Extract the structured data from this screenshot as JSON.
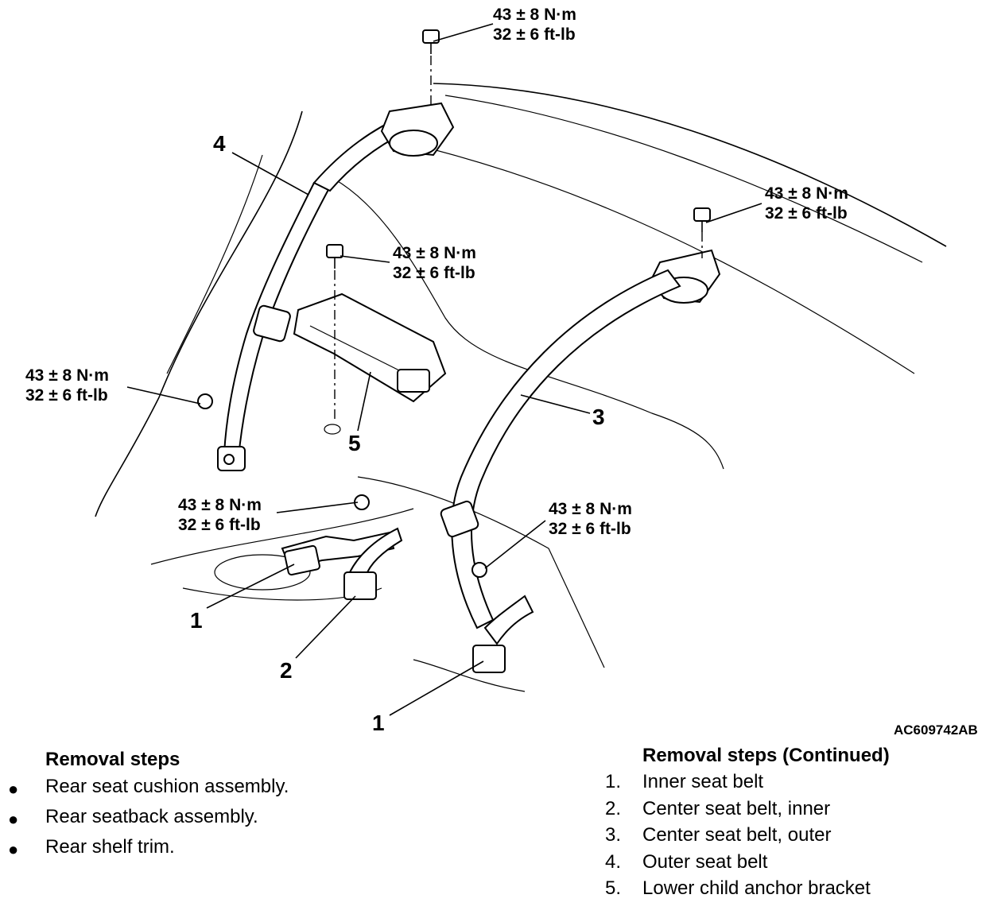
{
  "diagram": {
    "figure_id": "AC609742AB",
    "torque_values": [
      {
        "nm": "43 ± 8 N·m",
        "ftlb": "32 ± 6 ft-lb"
      },
      {
        "nm": "43 ± 8 N·m",
        "ftlb": "32 ± 6 ft-lb"
      },
      {
        "nm": "43 ± 8 N·m",
        "ftlb": "32 ± 6 ft-lb"
      },
      {
        "nm": "43 ± 8 N·m",
        "ftlb": "32 ± 6 ft-lb"
      },
      {
        "nm": "43 ± 8 N·m",
        "ftlb": "32 ± 6 ft-lb"
      },
      {
        "nm": "43 ± 8 N·m",
        "ftlb": "32 ± 6 ft-lb"
      }
    ],
    "callouts": [
      "4",
      "5",
      "3",
      "1",
      "2",
      "1"
    ]
  },
  "removal_steps": {
    "title": "Removal steps",
    "items": [
      "Rear seat cushion assembly.",
      "Rear seatback assembly.",
      "Rear shelf trim."
    ]
  },
  "removal_steps_continued": {
    "title": "Removal steps (Continued)",
    "items": [
      {
        "num": "1.",
        "label": "Inner seat belt"
      },
      {
        "num": "2.",
        "label": "Center seat belt, inner"
      },
      {
        "num": "3.",
        "label": "Center seat belt, outer"
      },
      {
        "num": "4.",
        "label": "Outer seat belt"
      },
      {
        "num": "5.",
        "label": "Lower child anchor bracket"
      }
    ]
  }
}
